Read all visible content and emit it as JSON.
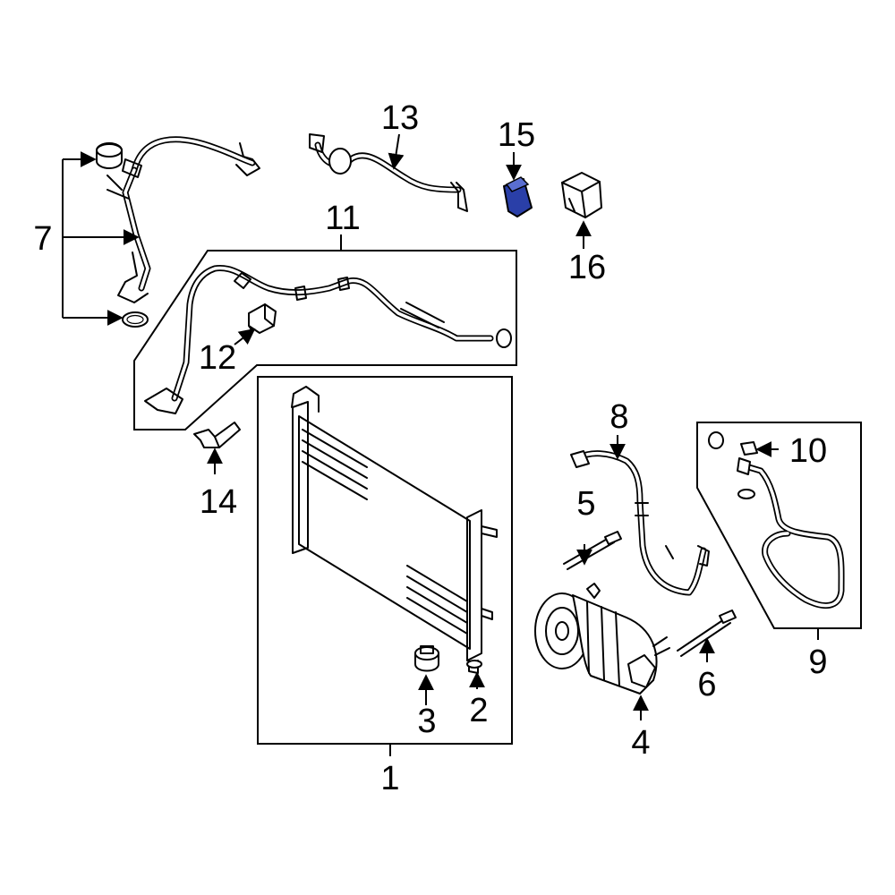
{
  "diagram": {
    "highlight_color": "#2a3fa8",
    "callouts": {
      "c1": "1",
      "c2": "2",
      "c3": "3",
      "c4": "4",
      "c5": "5",
      "c6": "6",
      "c7": "7",
      "c8": "8",
      "c9": "9",
      "c10": "10",
      "c11": "11",
      "c12": "12",
      "c13": "13",
      "c14": "14",
      "c15": "15",
      "c16": "16"
    }
  }
}
